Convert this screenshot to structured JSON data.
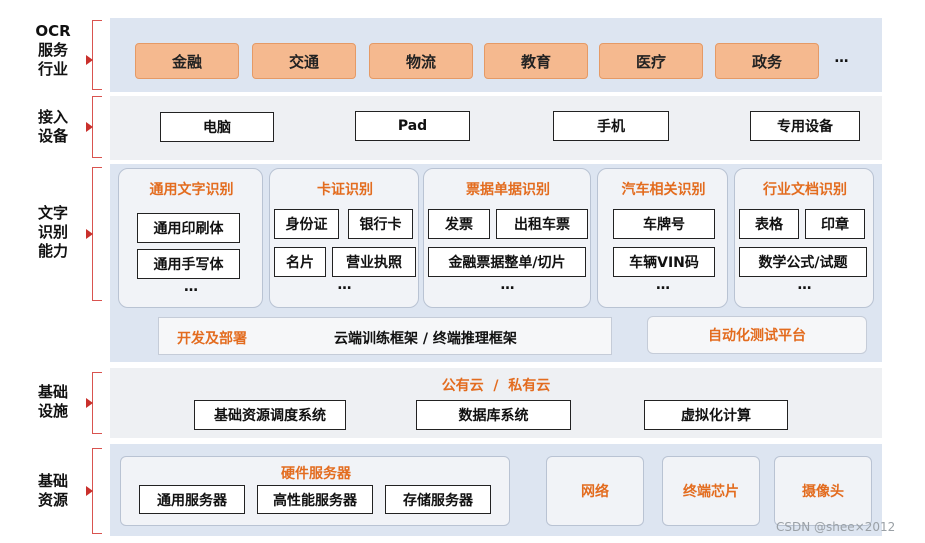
{
  "layers": {
    "ocr_industry": {
      "label": "OCR\n服务\n行业",
      "items": [
        "金融",
        "交通",
        "物流",
        "教育",
        "医疗",
        "政务"
      ],
      "more": "…"
    },
    "access_devices": {
      "label": "接入\n设备",
      "items": [
        "电脑",
        "Pad",
        "手机",
        "专用设备"
      ]
    },
    "recognition": {
      "label": "文字\n识别\n能力",
      "cards": [
        {
          "title": "通用文字识别",
          "items": [
            "通用印刷体",
            "通用手写体"
          ],
          "more": "…"
        },
        {
          "title": "卡证识别",
          "items": [
            "身份证",
            "银行卡",
            "名片",
            "营业执照"
          ],
          "more": "…"
        },
        {
          "title": "票据单据识别",
          "items": [
            "发票",
            "出租车票",
            "金融票据整单/切片"
          ],
          "more": "…"
        },
        {
          "title": "汽车相关识别",
          "items": [
            "车牌号",
            "车辆VIN码"
          ],
          "more": "…"
        },
        {
          "title": "行业文档识别",
          "items": [
            "表格",
            "印章",
            "数学公式/试题"
          ],
          "more": "…"
        }
      ],
      "dev_deploy": "开发及部署",
      "frameworks": "云端训练框架 / 终端推理框架",
      "auto_test": "自动化测试平台"
    },
    "infrastructure": {
      "label": "基础\n设施",
      "cloud": "公有云  /  私有云",
      "items": [
        "基础资源调度系统",
        "数据库系统",
        "虚拟化计算"
      ]
    },
    "resources": {
      "label": "基础\n资源",
      "hardware_title": "硬件服务器",
      "hardware_items": [
        "通用服务器",
        "高性能服务器",
        "存储服务器"
      ],
      "others": [
        "网络",
        "终端芯片",
        "摄像头"
      ]
    }
  },
  "watermark": "CSDN @shee×2012",
  "colors": {
    "accent_orange": "#e36c1f",
    "chip_orange": "#f5b98f",
    "band_blue": "#dde5f1",
    "bracket_red": "#d9534f"
  }
}
